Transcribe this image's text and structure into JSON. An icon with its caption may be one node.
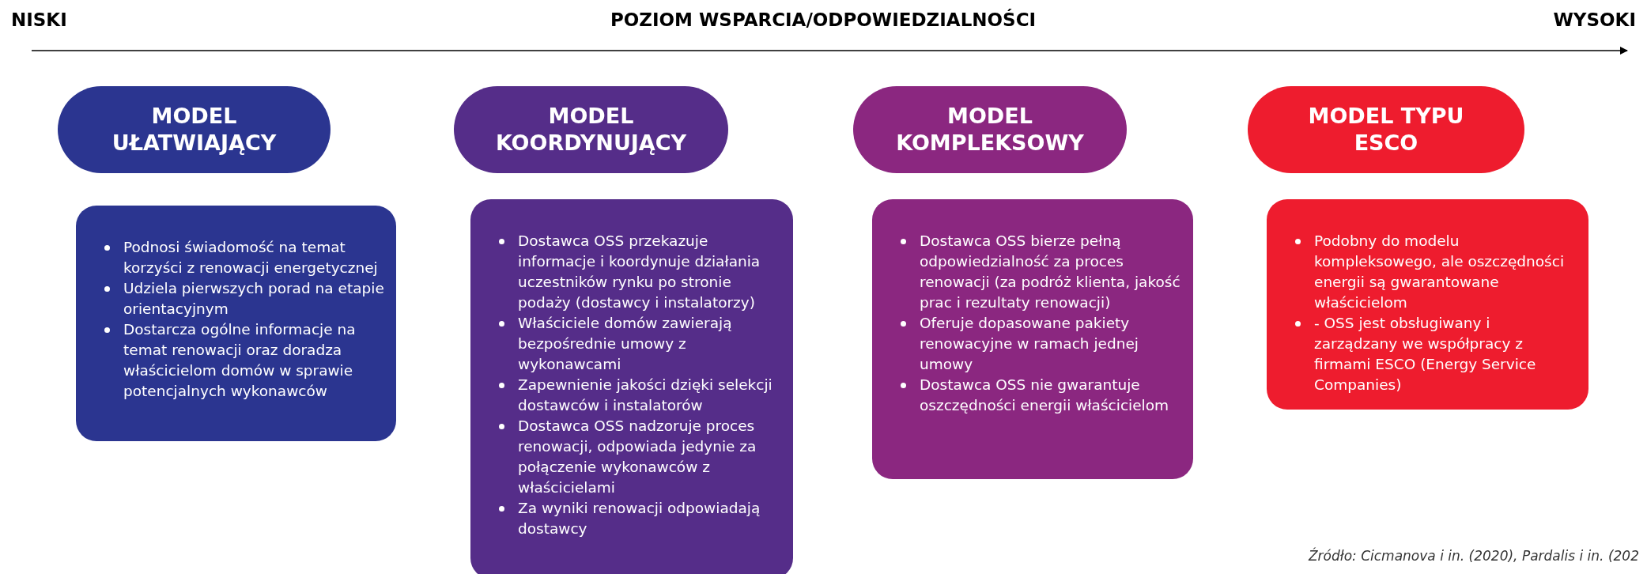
{
  "diagram": {
    "nodes": [
      {
        "text": [
          "MODEL UŁATWIAJĄCY"
        ]
      },
      {
        "text": [
          "MODEL KOORDYNUJĄCY"
        ]
      },
      {
        "text": [
          "MODEL KOMPLEKSOWY"
        ]
      },
      {
        "text": [
          "MODEL TYPU ESCO"
        ]
      },
      {
        "text": [
          "Podnosi świadomość na temat korzyści z renowacji energetycznej",
          "Udziela pierwszych porad na etapie orientacyjnym",
          "Dostarcza ogólne informacje na temat renowacji oraz doradza właścicielom domów w sprawie potencjalnych wykonawców"
        ]
      },
      {
        "text": [
          "Dostawca OSS przekazuje informacje i koordynuje działania uczestników rynku po stronie podaży (dostawcy i instalatorzy)",
          "Właściciele domów zawierają bezpośrednie umowy z wykonawcami",
          "Zapewnienie jakości dzięki selekcji dostawców i instalatorów",
          "Dostawca OSS nadzoruje proces renowacji, odpowiada jedynie za połączenie wykonawców z właścicielami",
          "Za wyniki renowacji odpowiadają dostawcy"
        ]
      },
      {
        "text": [
          "Dostawca OSS bierze pełną odpowiedzialność za proces renowacji (za podróż klienta, jakość prac i rezultaty renowacji)",
          "Oferuje dopasowane pakiety renowacyjne w ramach jednej umowy",
          "Dostawca OSS nie gwarantuje oszczędności energii właścicielom"
        ]
      },
      {
        "text": [
          "Podobny do modelu kompleksowego, ale oszczędności energii są gwarantowane właścicielom",
          "- OSS jest obsługiwany i zarządzany we współpracy z firmami ESCO (Energy Service Companies)"
        ]
      }
    ],
    "edges": [],
    "labels": [
      "NISKI",
      "POZIOM WSPARCIA/ODPOWIEDZIALNOŚCI",
      "WYSOKI",
      "Źródło: Cicmanova i in. (2020), Pardalis i in. (202"
    ]
  }
}
